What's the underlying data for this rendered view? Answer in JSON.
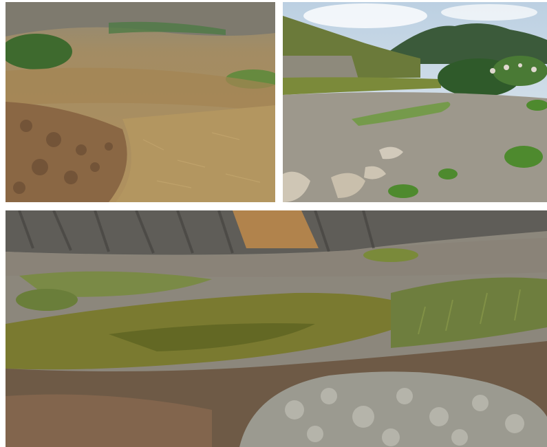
{
  "figure": {
    "panels": [
      {
        "id": "dry-grass-rubble",
        "colors": {
          "ground": "#a88a5a",
          "rubble": "#8a6a48",
          "grass": "#5f7a3a"
        }
      },
      {
        "id": "hills-wet-gravel",
        "colors": {
          "sky": "#cfd9e3",
          "hill": "#3f5a3a",
          "gravel": "#9c978c",
          "water": "#c8bfae"
        }
      },
      {
        "id": "cut-slope-wetland",
        "colors": {
          "rock": "#6b6a66",
          "moss": "#7b7a2e",
          "gravel": "#8c8a80"
        }
      }
    ]
  }
}
